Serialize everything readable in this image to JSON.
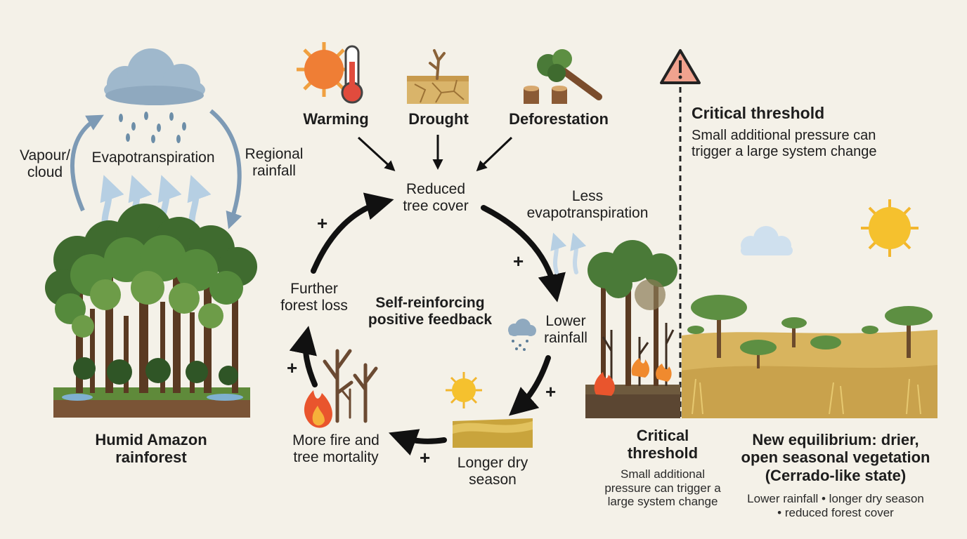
{
  "left": {
    "vapour": [
      "Vapour/",
      "cloud"
    ],
    "evapotranspiration": "Evapotranspiration",
    "rainfall": [
      "Regional",
      "rainfall"
    ],
    "caption": [
      "Humid Amazon",
      "rainforest"
    ]
  },
  "drivers": {
    "warming": "Warming",
    "drought": "Drought",
    "deforestation": "Deforestation"
  },
  "loop": {
    "reduced": [
      "Reduced",
      "tree cover"
    ],
    "less_et": [
      "Less",
      "evapotranspiration"
    ],
    "lower_rain": [
      "Lower",
      "rainfall"
    ],
    "dry_season": [
      "Longer dry",
      "season"
    ],
    "fire": [
      "More fire and",
      "tree mortality"
    ],
    "forest_loss": [
      "Further",
      "forest loss"
    ],
    "center": [
      "Self-reinforcing",
      "positive feedback"
    ],
    "plus": "+"
  },
  "threshold_top": {
    "title": "Critical threshold",
    "text": [
      "Small additional pressure can",
      "trigger a large system change"
    ]
  },
  "threshold_bottom": {
    "title": [
      "Critical",
      "threshold"
    ],
    "text": [
      "Small additional",
      "pressure can trigger a",
      "large system change"
    ]
  },
  "equilibrium": {
    "title": [
      "New equilibrium: drier,",
      "open seasonal vegetation",
      "(Cerrado-like state)"
    ],
    "text": [
      "Lower rainfall • longer dry season",
      "• reduced forest cover"
    ]
  },
  "icons": [
    "cloud-icon",
    "rain-icon",
    "sun-icon",
    "thermometer-icon",
    "dry-tree-icon",
    "tree-stump-icon",
    "fire-icon",
    "warning-icon",
    "dead-tree-icon"
  ],
  "colors": {
    "background": "#f4f1e8",
    "forest": "#4a7a38",
    "savanna": "#d2aa52",
    "arrow": "#111111",
    "airflow": "#b6cfe3"
  }
}
